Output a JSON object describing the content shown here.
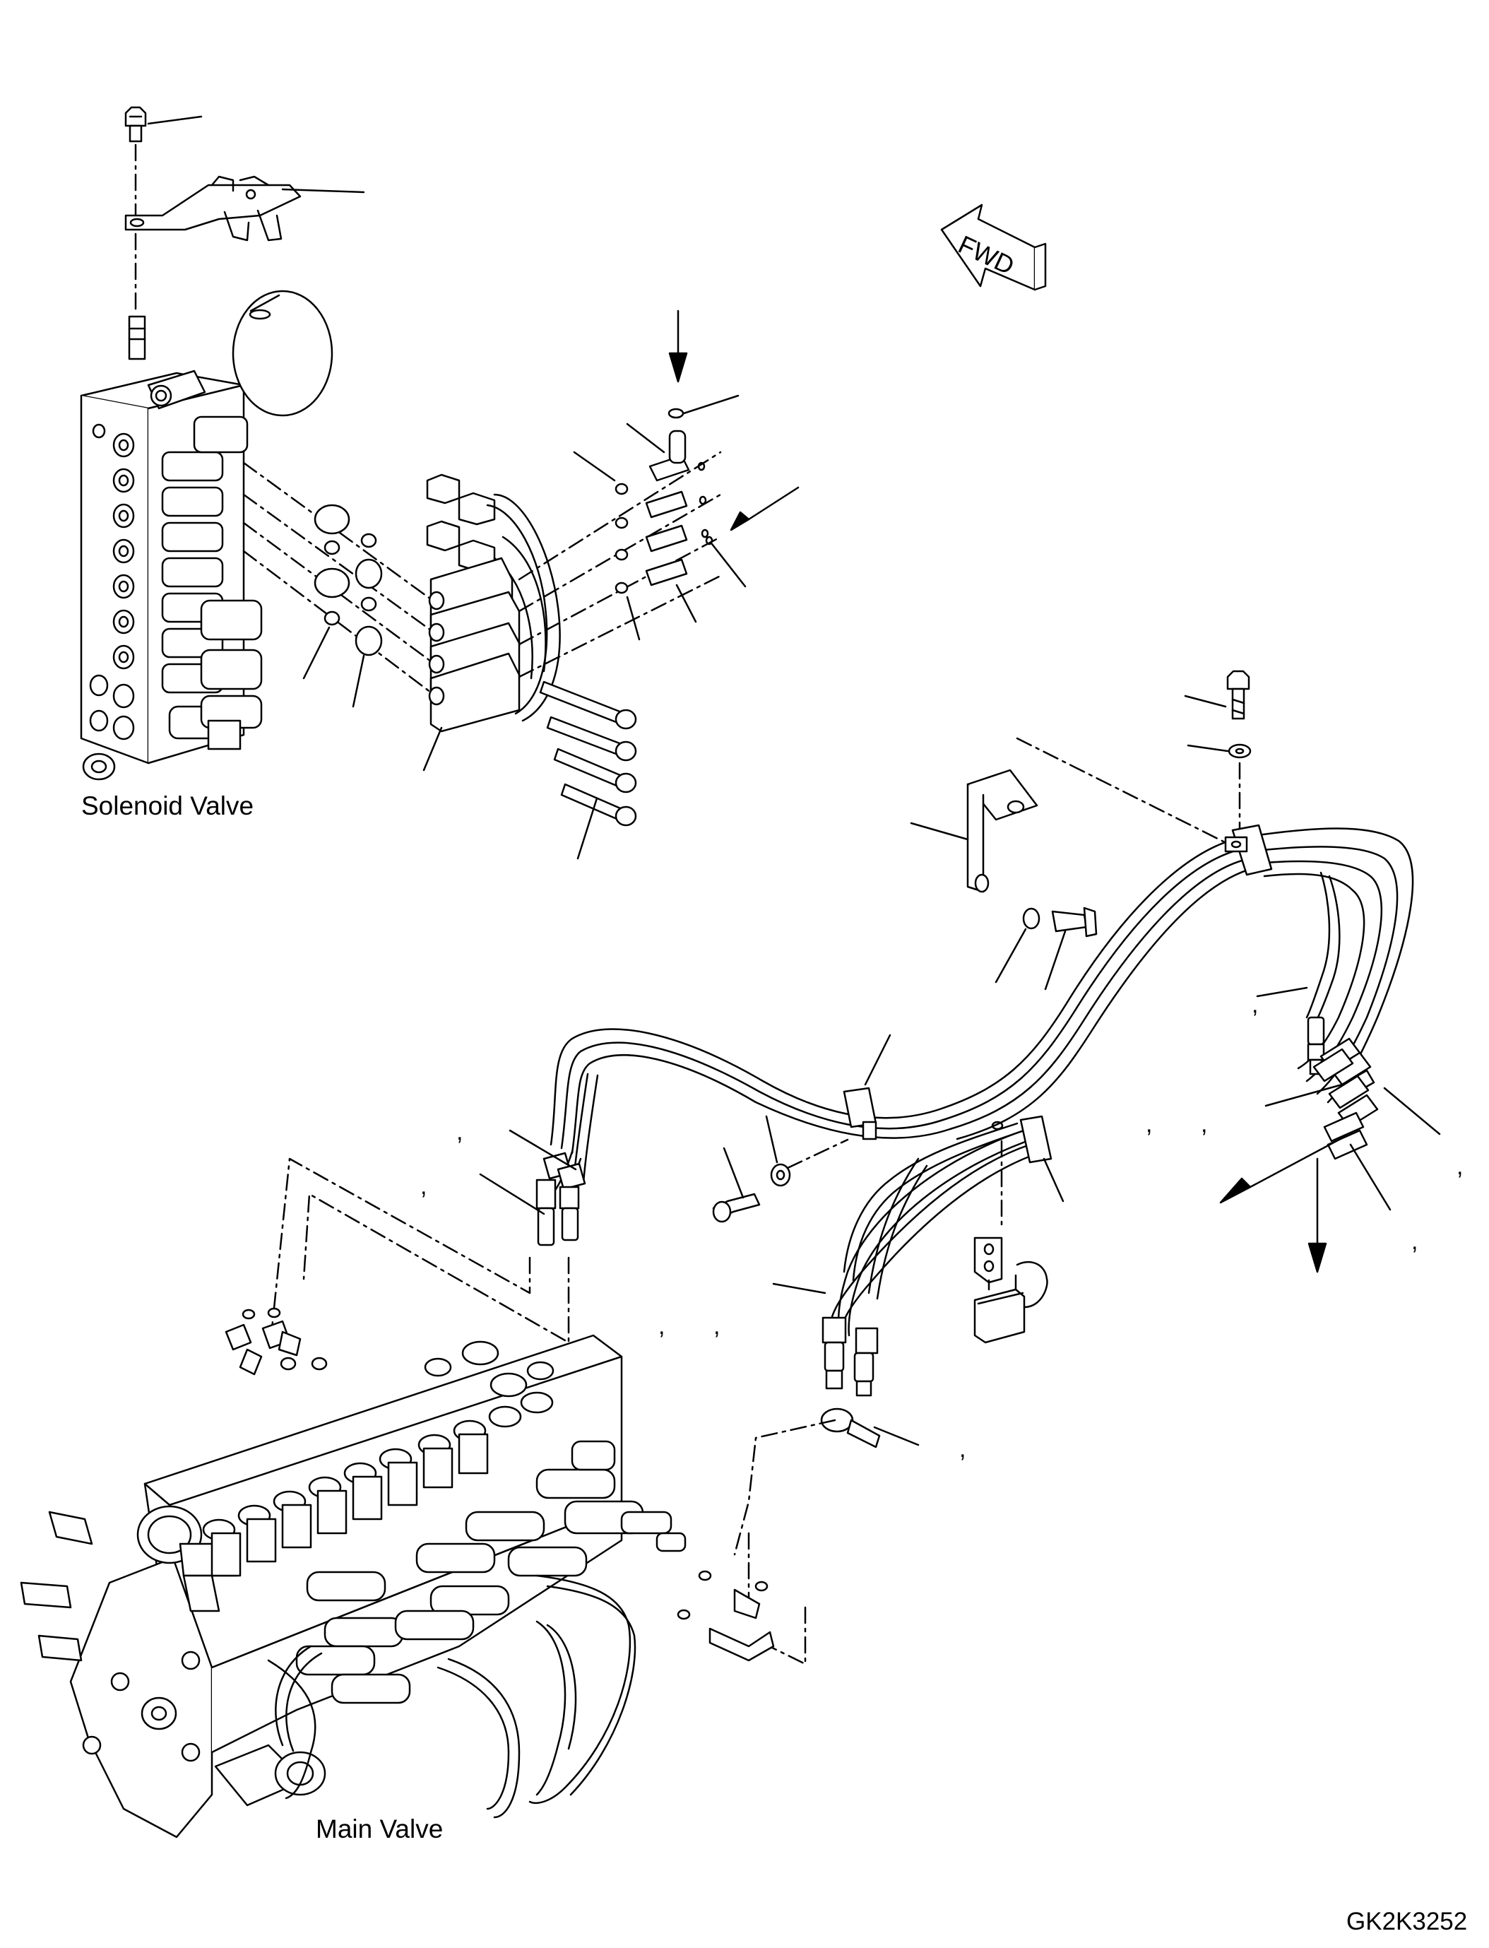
{
  "labels": {
    "solenoid_valve": "Solenoid Valve",
    "main_valve": "Main Valve",
    "drawing_code": "GK2K3252",
    "fwd": "FWD",
    "comma": ","
  },
  "colors": {
    "ink": "#000000",
    "paper": "#ffffff"
  }
}
